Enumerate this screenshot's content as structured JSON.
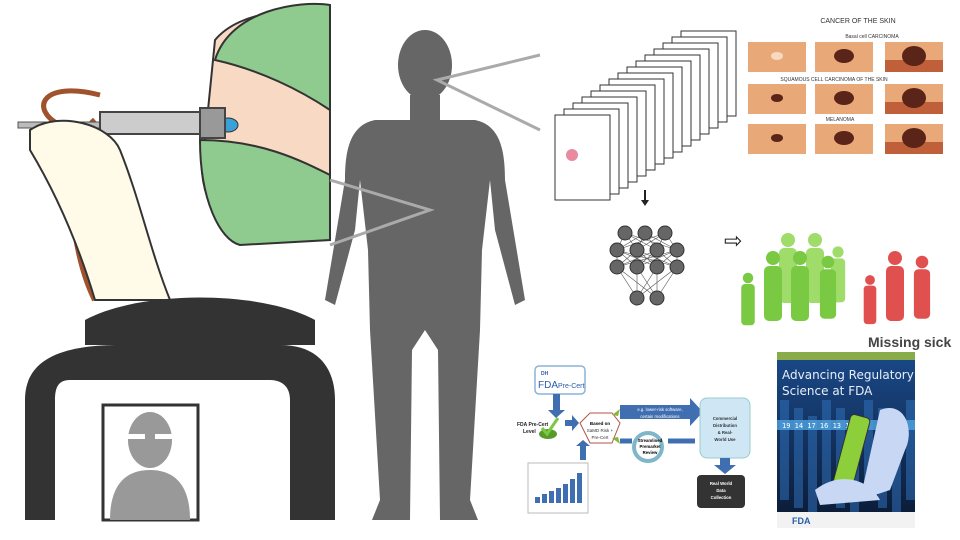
{
  "skin_panel": {
    "title": "CANCER OF THE SKIN",
    "rows": [
      "Basal cell CARCINOMA",
      "SQUAMOUS CELL CARCINOMA OF THE SKIN",
      "MELANOMA"
    ]
  },
  "population": {
    "caption": "Missing sick"
  },
  "fda_flow": {
    "logo_top": "DH",
    "logo_main": "FDA",
    "logo_sub": "Pre-Cert",
    "level_label_1": "FDA Pre-Cert",
    "level_label_2": "Level",
    "hex_1": "Based on",
    "hex_2": "SaMD Risk +",
    "hex_3": "Pre-Cert",
    "arrow_1": "e.g. lower-risk software,",
    "arrow_2": "certain modifications",
    "review_1": "Streamlined",
    "review_2": "Premarket",
    "review_3": "Review",
    "commercial_1": "Commercial",
    "commercial_2": "Distribution",
    "commercial_3": "& Real-",
    "commercial_4": "World Use",
    "rwd_1": "Real World",
    "rwd_2": "Data",
    "rwd_3": "Collection"
  },
  "fda_cover": {
    "title_1": "Advancing Regulatory",
    "title_2": "Science at FDA",
    "numbers": "19  14  17  16  13  1",
    "footer_logo": "FDA"
  },
  "colors": {
    "green": "#7ac943",
    "red": "#e0504f",
    "silhouette": "#666666",
    "cap": "#8fcb8f"
  }
}
